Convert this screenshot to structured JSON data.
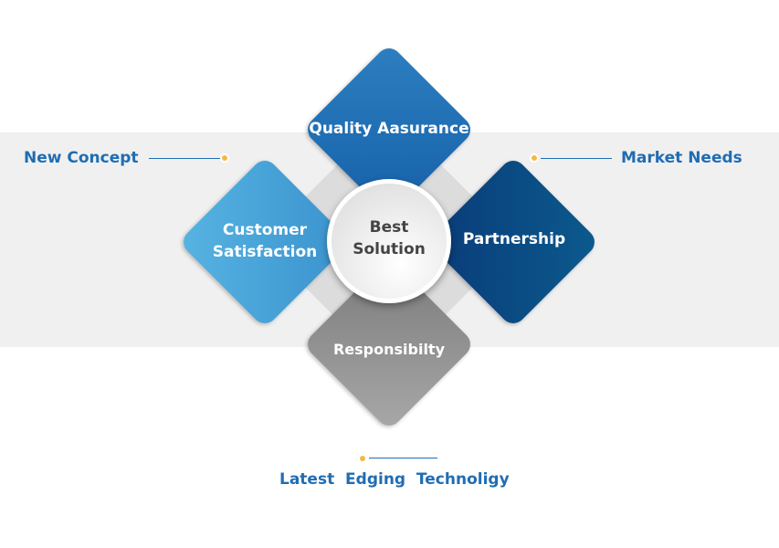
{
  "center": {
    "line1": "Best",
    "line2": "Solution"
  },
  "diamonds": {
    "top": "Quality Aasurance",
    "left_line1": "Customer",
    "left_line2": "Satisfaction",
    "right": "Partnership",
    "bottom": "Responsibilty"
  },
  "callouts": {
    "left": "New Concept",
    "right": "Market Needs",
    "bottom": "Latest  Edging  Technoligy"
  },
  "colors": {
    "accent": "#1f6db3",
    "dot": "#f4b942"
  }
}
